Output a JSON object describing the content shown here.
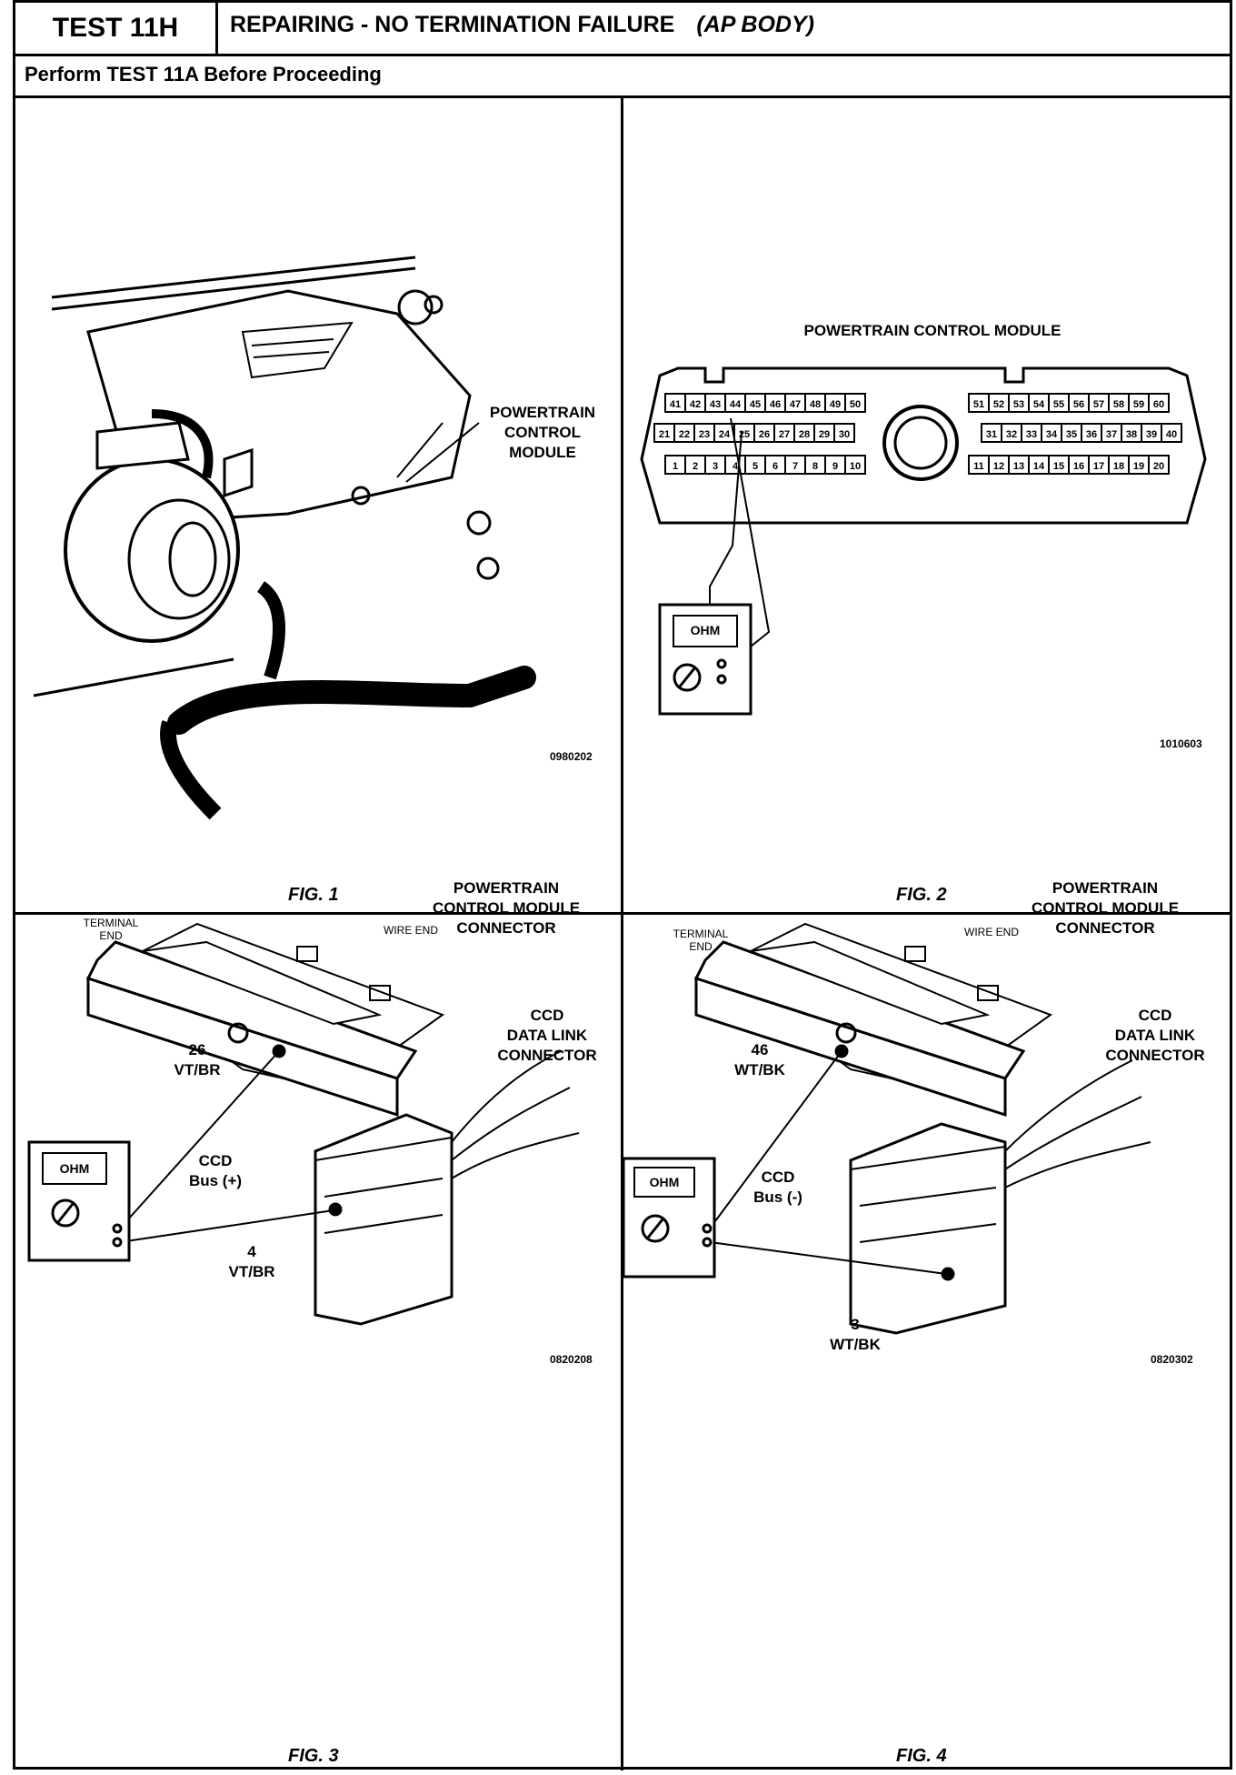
{
  "header": {
    "test_id": "TEST 11H",
    "title": "REPAIRING - NO TERMINATION FAILURE",
    "subtitle": "(AP BODY)",
    "prerequisite": "Perform TEST 11A Before Proceeding"
  },
  "fig1": {
    "label_line1": "POWERTRAIN",
    "label_line2": "CONTROL",
    "label_line3": "MODULE",
    "code": "0980202",
    "caption": "FIG. 1"
  },
  "fig2": {
    "title": "POWERTRAIN CONTROL MODULE",
    "pins_left_top": [
      "41",
      "42",
      "43",
      "44",
      "45",
      "46",
      "47",
      "48",
      "49",
      "50"
    ],
    "pins_left_mid": [
      "21",
      "22",
      "23",
      "24",
      "25",
      "26",
      "27",
      "28",
      "29",
      "30"
    ],
    "pins_left_bot": [
      "1",
      "2",
      "3",
      "4",
      "5",
      "6",
      "7",
      "8",
      "9",
      "10"
    ],
    "pins_right_top": [
      "51",
      "52",
      "53",
      "54",
      "55",
      "56",
      "57",
      "58",
      "59",
      "60"
    ],
    "pins_right_mid": [
      "31",
      "32",
      "33",
      "34",
      "35",
      "36",
      "37",
      "38",
      "39",
      "40"
    ],
    "pins_right_bot": [
      "11",
      "12",
      "13",
      "14",
      "15",
      "16",
      "17",
      "18",
      "19",
      "20"
    ],
    "meter": "OHM",
    "code": "1010603",
    "caption": "FIG. 2"
  },
  "fig3": {
    "conn_line1": "POWERTRAIN",
    "conn_line2": "CONTROL MODULE",
    "conn_line3": "CONNECTOR",
    "terminal_end_1": "TERMINAL",
    "terminal_end_2": "END",
    "wire_end": "WIRE END",
    "dlc_line1": "CCD",
    "dlc_line2": "DATA LINK",
    "dlc_line3": "CONNECTOR",
    "pcm_pin": "26",
    "pcm_wire": "VT/BR",
    "bus_line1": "CCD",
    "bus_line2": "Bus (+)",
    "dlc_pin": "4",
    "dlc_wire": "VT/BR",
    "meter": "OHM",
    "code": "0820208",
    "caption": "FIG. 3"
  },
  "fig4": {
    "conn_line1": "POWERTRAIN",
    "conn_line2": "CONTROL MODULE",
    "conn_line3": "CONNECTOR",
    "terminal_end_1": "TERMINAL",
    "terminal_end_2": "END",
    "wire_end": "WIRE END",
    "dlc_line1": "CCD",
    "dlc_line2": "DATA LINK",
    "dlc_line3": "CONNECTOR",
    "pcm_pin": "46",
    "pcm_wire": "WT/BK",
    "bus_line1": "CCD",
    "bus_line2": "Bus (-)",
    "dlc_pin": "3",
    "dlc_wire": "WT/BK",
    "meter": "OHM",
    "code": "0820302",
    "caption": "FIG. 4"
  }
}
